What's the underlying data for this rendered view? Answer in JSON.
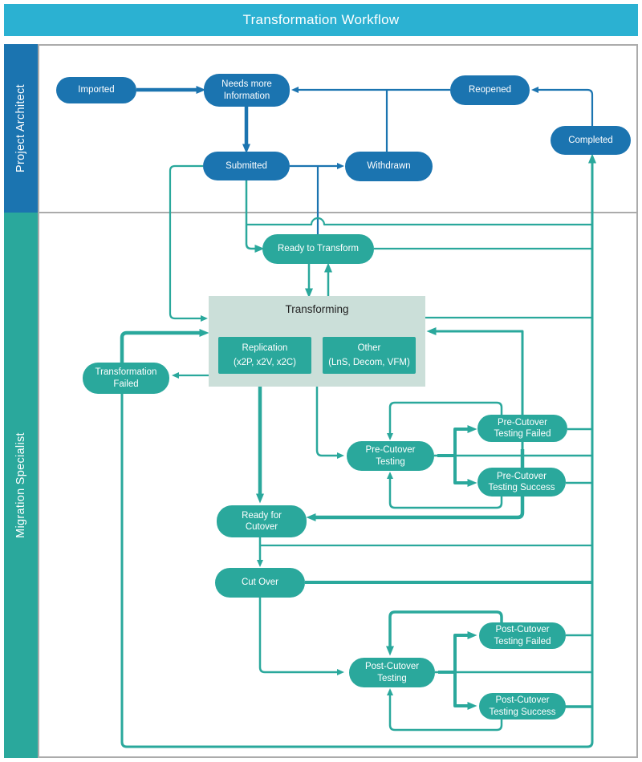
{
  "header": {
    "title": "Transformation Workflow"
  },
  "lanes": {
    "architect": "Project Architect",
    "specialist": "Migration Specialist"
  },
  "colors": {
    "header_bg": "#2BB1D2",
    "architect_blue": "#1B74B0",
    "specialist_teal": "#2AA89C",
    "transforming_container_bg": "#CBDFD9",
    "border_gray": "#ABABAB"
  },
  "nodes": {
    "imported": {
      "label": "Imported"
    },
    "needs_more_information": {
      "label": "Needs more Information"
    },
    "reopened": {
      "label": "Reopened"
    },
    "completed": {
      "label": "Completed"
    },
    "submitted": {
      "label": "Submitted"
    },
    "withdrawn": {
      "label": "Withdrawn"
    },
    "ready_to_transform": {
      "label": "Ready to Transform"
    },
    "transformation_failed": {
      "label": "Transformation Failed"
    },
    "pre_cutover_testing": {
      "label": "Pre-Cutover Testing"
    },
    "pre_cutover_testing_failed": {
      "label": "Pre-Cutover Testing Failed"
    },
    "pre_cutover_testing_success": {
      "label": "Pre-Cutover Testing Success"
    },
    "ready_for_cutover": {
      "label": "Ready for Cutover"
    },
    "cut_over": {
      "label": "Cut Over"
    },
    "post_cutover_testing": {
      "label": "Post-Cutover Testing"
    },
    "post_cutover_testing_failed": {
      "label": "Post-Cutover Testing Failed"
    },
    "post_cutover_testing_success": {
      "label": "Post-Cutover Testing Success"
    }
  },
  "transforming": {
    "title": "Transforming",
    "replication": {
      "line1": "Replication",
      "line2": "(x2P, x2V, x2C)"
    },
    "other": {
      "line1": "Other",
      "line2": "(LnS, Decom, VFM)"
    }
  }
}
